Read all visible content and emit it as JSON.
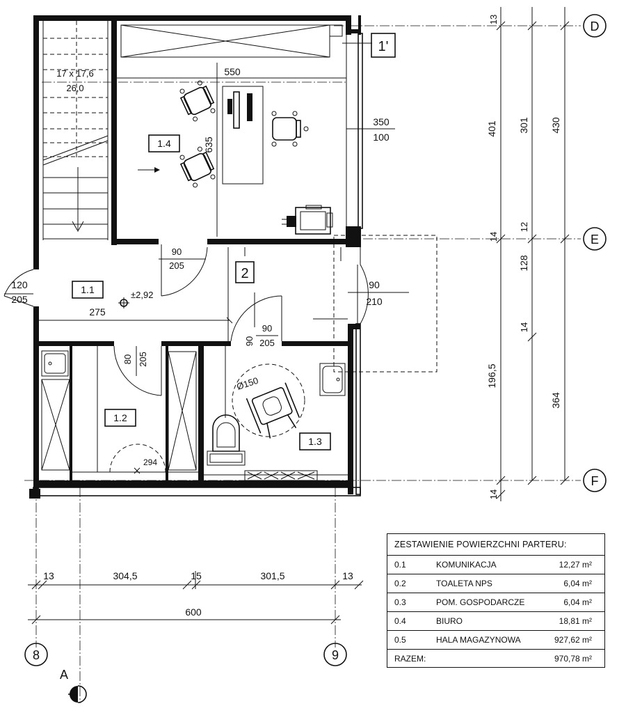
{
  "grid": {
    "row_d": "D",
    "row_e": "E",
    "row_f": "F",
    "col_8": "8",
    "col_9": "9"
  },
  "section_mark": "A",
  "rooms": {
    "r11": "1.1",
    "r12": "1.2",
    "r13": "1.3",
    "r14": "1.4",
    "r2": "2",
    "r1p": "1'"
  },
  "labels": {
    "stairs_top": "17 x 17,6",
    "stairs_bottom": "26,0",
    "dim_550": "550",
    "dim_635": "635",
    "win_350": "350",
    "win_100": "100",
    "door_90a": "90",
    "door_205a": "205",
    "door_120": "120",
    "door_205b": "205",
    "elev": "±2,92",
    "dim_275": "275",
    "door_90b": "90",
    "door_210": "210",
    "door_90c": "90",
    "door_205c": "205",
    "door_90d": "90",
    "door_80": "80",
    "door_205d": "205",
    "circle_150": "Ø150",
    "circle_294": "294"
  },
  "dims_right": {
    "d13": "13",
    "d401": "401",
    "d301": "301",
    "d430": "430",
    "d14a": "14",
    "d12": "12",
    "d128": "128",
    "d14b": "14",
    "d196": "196,5",
    "d364": "364",
    "d14c": "14"
  },
  "dims_bottom": {
    "b13a": "13",
    "b304": "304,5",
    "b15": "15",
    "b301": "301,5",
    "b13b": "13",
    "b600": "600"
  },
  "legend": {
    "title": "ZESTAWIENIE POWIERZCHNI PARTERU:",
    "rows": [
      {
        "num": "0.1",
        "name": "KOMUNIKACJA",
        "area": "12,27 m²"
      },
      {
        "num": "0.2",
        "name": "TOALETA NPS",
        "area": "6,04 m²"
      },
      {
        "num": "0.3",
        "name": "POM. GOSPODARCZE",
        "area": "6,04 m²"
      },
      {
        "num": "0.4",
        "name": "BIURO",
        "area": "18,81 m²"
      },
      {
        "num": "0.5",
        "name": "HALA MAGAZYNOWA",
        "area": "927,62 m²"
      }
    ],
    "total_label": "RAZEM:",
    "total_area": "970,78 m²"
  }
}
